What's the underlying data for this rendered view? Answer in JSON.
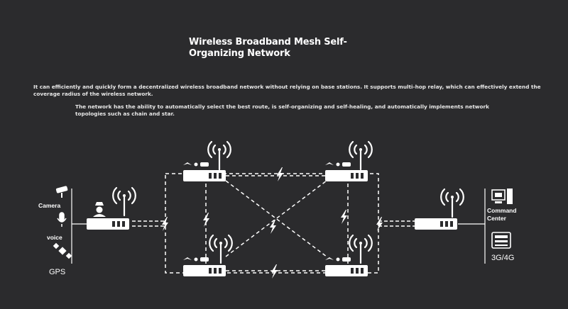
{
  "header": {
    "title": "Wireless Broadband Mesh Self-Organizing Network",
    "description_1": "It can efficiently and quickly form a decentralized wireless broadband network without relying on base stations. It supports multi-hop relay, which can effectively extend the coverage radius of the wireless network.",
    "description_2": "The network has the ability to automatically select the best route, is self-organizing and self-healing, and automatically implements network topologies such as chain and star."
  },
  "left_devices": {
    "camera_label": "Camera",
    "voice_label": "voice",
    "gps_label": "GPS"
  },
  "right_devices": {
    "command_label": "Command Center",
    "network_label": "3G/4G"
  },
  "colors": {
    "background": "#2b2b2d",
    "foreground": "#ffffff"
  }
}
